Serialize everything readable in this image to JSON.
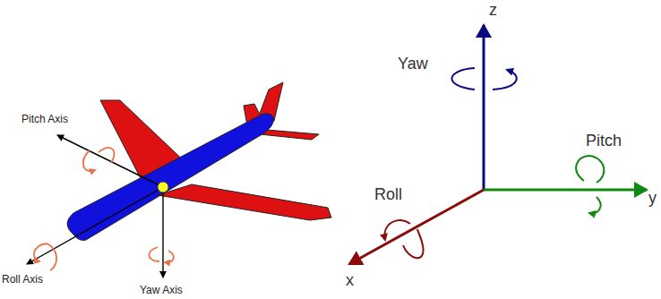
{
  "diagram": {
    "labels": [
      "Pitch Axis",
      "Roll Axis",
      "Yaw Axis",
      "Yaw",
      "Pitch",
      "Roll",
      "z",
      "y",
      "x"
    ]
  }
}
